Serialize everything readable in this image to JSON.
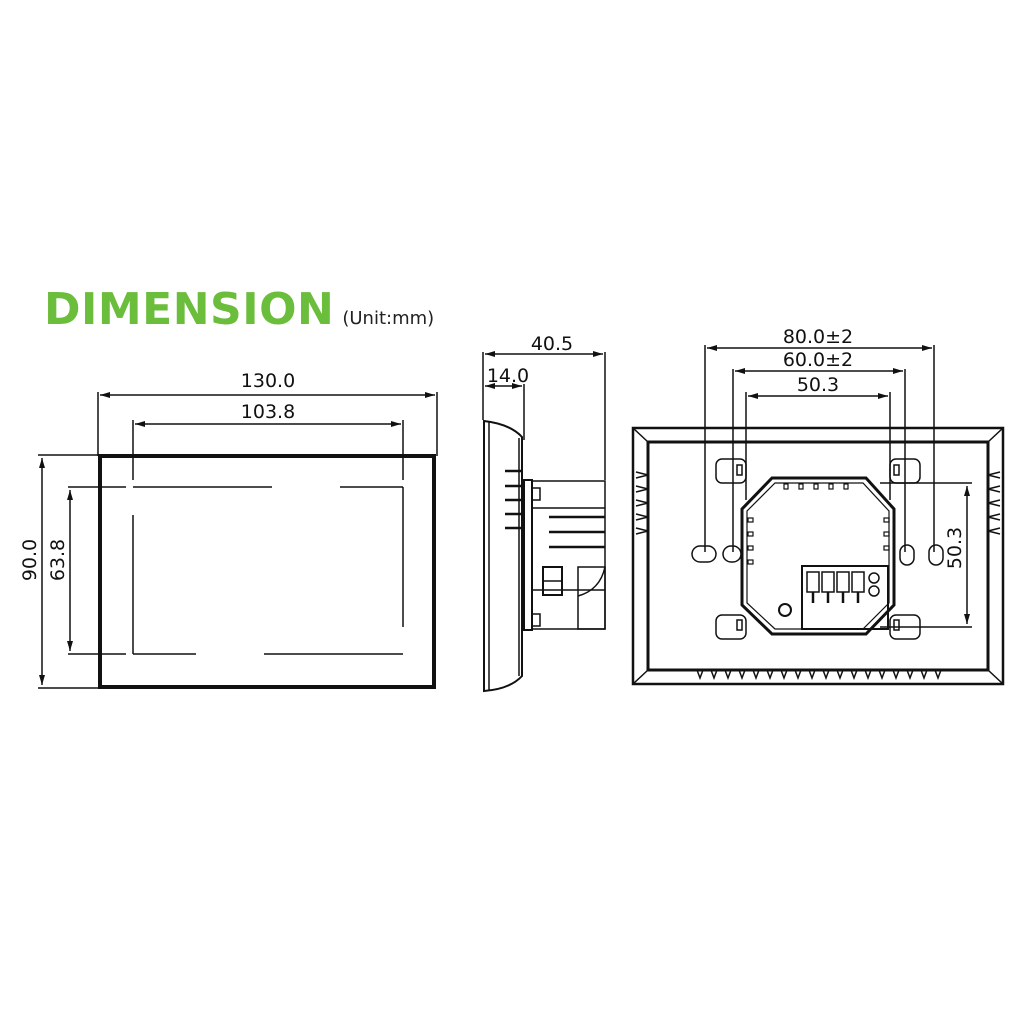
{
  "header": {
    "title": "DIMENSION",
    "unit": "(Unit:mm)",
    "title_color": "#6bbd3c"
  },
  "front_view": {
    "width_outer": "130.0",
    "width_screen": "103.8",
    "height_outer": "90.0",
    "height_screen": "63.8"
  },
  "side_view": {
    "depth_total": "40.5",
    "depth_front": "14.0"
  },
  "back_view": {
    "hole_spacing_outer": "80.0±2",
    "hole_spacing_inner": "60.0±2",
    "box_width": "50.3",
    "box_height": "50.3"
  }
}
